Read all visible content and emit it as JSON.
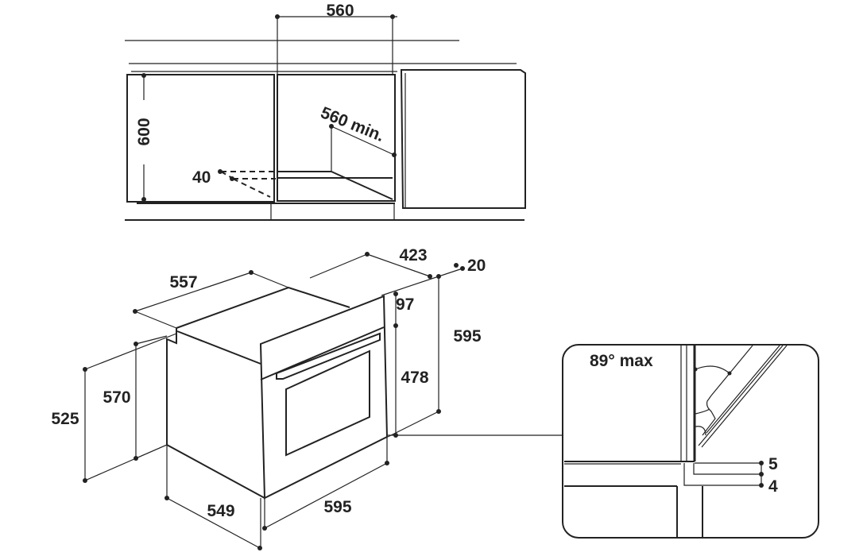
{
  "cabinet_view": {
    "opening_width": "560",
    "opening_height": "600",
    "depth_min": "560 min.",
    "vent_gap": "40"
  },
  "oven_view": {
    "top_depth": "557",
    "rear_depth": "423",
    "panel_offset": "20",
    "control_panel_height": "97",
    "total_height": "595",
    "door_height": "478",
    "body_height": "570",
    "side_height": "525",
    "side_depth": "549",
    "front_width": "595"
  },
  "detail_view": {
    "door_angle": "89° max",
    "gap_top": "5",
    "gap_bottom": "4"
  },
  "colors": {
    "line": "#222222",
    "background": "#ffffff"
  }
}
